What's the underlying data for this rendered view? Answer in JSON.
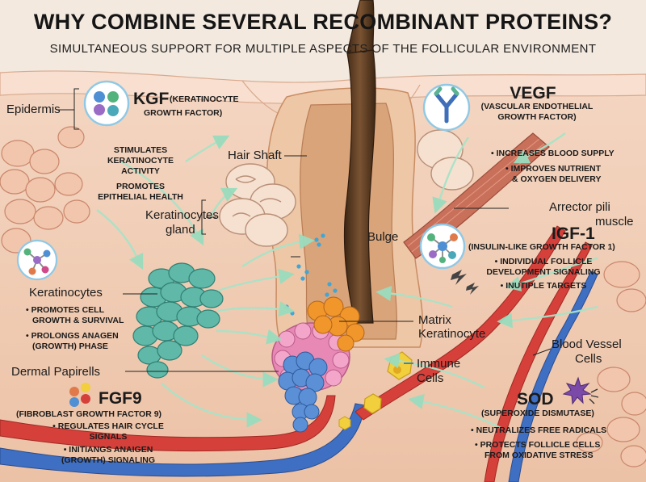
{
  "title": "WHY COMBINE SEVERAL RECOMBINANT PROTEINS?",
  "subtitle": "SIMULTANEOUS SUPPORT FOR MULTIPLE ASPECTS OF THE FOLLICULAR ENVIRONMENT",
  "labels": {
    "epidermis": "Epidermis",
    "hair_shaft": "Hair Shaft",
    "keratinocytes_gland_1": "Keratinocytes",
    "keratinocytes_gland_2": "gland",
    "bulge": "Bulge",
    "keratinocytes": "Keratinocytes",
    "dermal_papilla": "Dermal Papirells",
    "matrix_1": "Matrix",
    "matrix_2": "Keratinocyte",
    "immune_1": "Immune",
    "immune_2": "Cells",
    "blood_vessel_1": "Blood Vessel",
    "blood_vessel_2": "Cells",
    "arrector_1": "Arrector pili",
    "arrector_2": "muscle"
  },
  "kgf": {
    "name": "KGF",
    "full_1": "(KERATINOCYTE",
    "full_2": "GROWTH FACTOR)",
    "benefit_1": "STIMULATES",
    "benefit_2": "KERATINOCYTE",
    "benefit_3": "ACTIVITY",
    "benefit_4": "PROMOTES",
    "benefit_5": "EPITHELIAL HEALTH"
  },
  "keratinocyte_benefits": {
    "line_1": "• PROMOTES CELL",
    "line_2": "GROWTH & SURVIVAL",
    "line_3": "• PROLONGS ANAGEN",
    "line_4": "(GROWTH) PHASE"
  },
  "vegf": {
    "name": "VEGF",
    "full_1": "(VASCULAR ENDOTHELIAL",
    "full_2": "GROWTH FACTOR)",
    "benefit_1": "• INCREASES BLOOD SUPPLY",
    "benefit_2": "• IMPROVES NUTRIENT",
    "benefit_3": "& OXYGEN DELIVERY"
  },
  "igf1": {
    "name": "IGF-1",
    "full": "(INSULIN-LIKE GROWTH FACTOR 1)",
    "benefit_1": "• INDIVIDUAL FOLLICLE",
    "benefit_2": "DEVELOPMENT SIGNALING",
    "benefit_3": "• INUTIPLE TARGETS"
  },
  "fgf9": {
    "name": "FGF9",
    "full": "(FIBROBLAST GROWTH FACTOR 9)",
    "benefit_1": "• REGULATES HAIR CYCLE",
    "benefit_2": "SIGNALS",
    "benefit_3": "• INITIANGS ANAIGEN",
    "benefit_4": "(GROWTH) SIGNALING"
  },
  "sod": {
    "name": "SOD",
    "full": "(SUPEROXIDE DISMUTASE)",
    "benefit_1": "• NEUTRALIZES FREE RADICALS",
    "benefit_2": "• PROTECTS FOLLICLE CELLS",
    "benefit_3": "FROM OXIDATIVE STRESS"
  },
  "colors": {
    "skin": "#efc7ad",
    "epidermis_band": "#f6d8c6",
    "follicle_sheath": "#d8a678",
    "hair_shaft": "#5a3a22",
    "keratinocytes": "#5fb8a8",
    "dermal_papilla": "#e889b5",
    "matrix": "#f0962a",
    "stem_cells_blue": "#5b8fd6",
    "artery": "#d5403a",
    "vein": "#3f6fc2",
    "muscle": "#c9705a",
    "immune": "#f2cf3d",
    "arrow": "#a9e3c7"
  }
}
